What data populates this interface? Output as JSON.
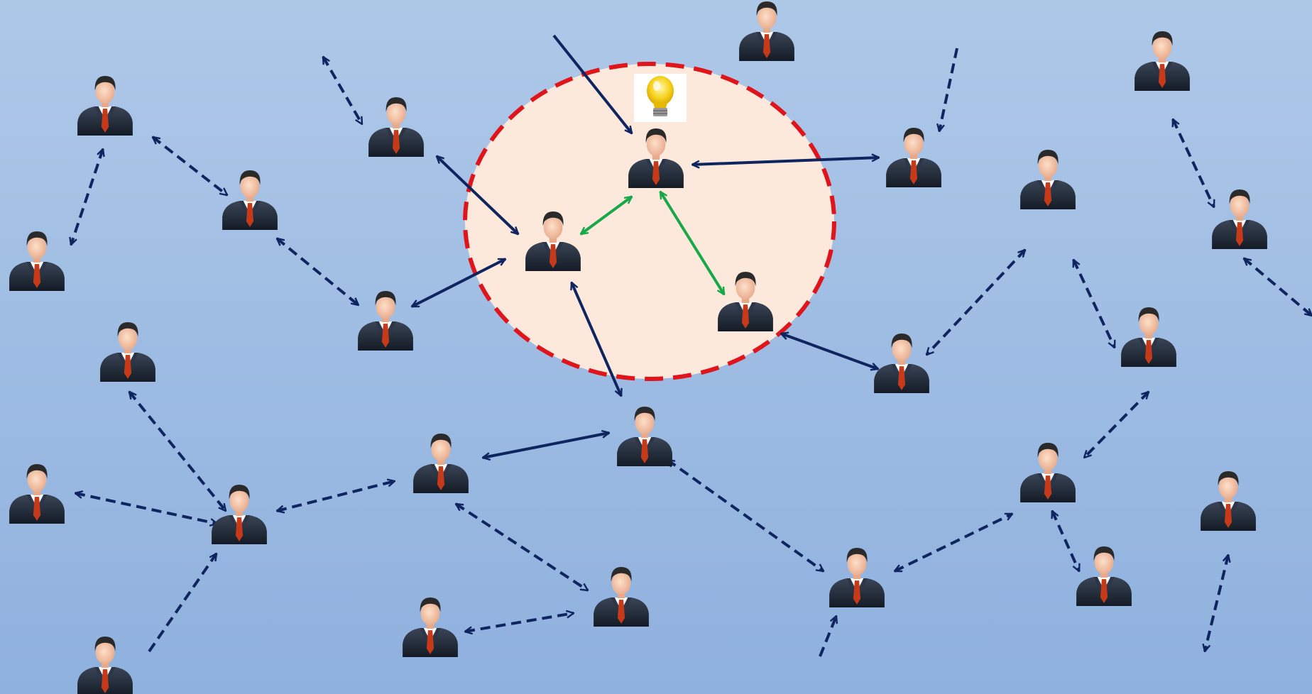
{
  "diagram": {
    "nodes": [
      {
        "id": "p0",
        "icon": "businessman-icon"
      },
      {
        "id": "p1",
        "icon": "businessman-icon"
      },
      {
        "id": "p2",
        "icon": "businessman-icon"
      },
      {
        "id": "p3",
        "icon": "businessman-icon"
      },
      {
        "id": "p4",
        "icon": "businessman-icon"
      },
      {
        "id": "p5",
        "icon": "businessman-icon"
      },
      {
        "id": "p6",
        "icon": "businessman-icon"
      },
      {
        "id": "p7",
        "icon": "businessman-icon"
      },
      {
        "id": "p8",
        "icon": "businessman-icon"
      },
      {
        "id": "p9",
        "icon": "businessman-icon"
      },
      {
        "id": "p10",
        "icon": "businessman-icon"
      },
      {
        "id": "p11",
        "icon": "businessman-icon"
      },
      {
        "id": "p12",
        "icon": "businessman-icon"
      },
      {
        "id": "p13",
        "icon": "businessman-icon"
      },
      {
        "id": "p14",
        "icon": "businessman-icon"
      },
      {
        "id": "p15",
        "icon": "businessman-icon"
      },
      {
        "id": "p16",
        "icon": "businessman-icon"
      },
      {
        "id": "p17",
        "icon": "businessman-icon"
      },
      {
        "id": "p18",
        "icon": "businessman-icon"
      },
      {
        "id": "p19",
        "icon": "businessman-icon"
      },
      {
        "id": "p20",
        "icon": "businessman-icon"
      },
      {
        "id": "p21",
        "icon": "businessman-icon"
      },
      {
        "id": "p22",
        "icon": "businessman-icon"
      },
      {
        "id": "p23",
        "icon": "businessman-icon"
      },
      {
        "id": "p24",
        "icon": "businessman-icon"
      },
      {
        "id": "p25",
        "icon": "businessman-icon"
      },
      {
        "id": "p26",
        "icon": "businessman-icon"
      },
      {
        "id": "p27",
        "icon": "businessman-icon"
      },
      {
        "id": "p28",
        "icon": "businessman-icon"
      }
    ],
    "highlight": {
      "icon": "lightbulb-icon",
      "group": [
        "p15",
        "p16",
        "p17"
      ]
    },
    "colors": {
      "background_top": "#aec8e8",
      "background_bottom": "#8fb1de",
      "circle_fill": "#fde8dc",
      "circle_stroke": "#e0141b",
      "arrow_dark": "#0f2560",
      "arrow_green": "#17a84a",
      "suit": "#1f2a3a",
      "tie": "#c63a1a",
      "skin": "#f4c7a6",
      "hair": "#2a2a2a"
    }
  }
}
